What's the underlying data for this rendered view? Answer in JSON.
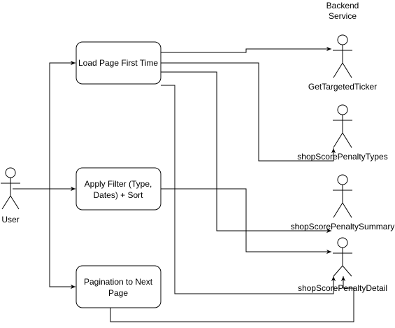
{
  "title": {
    "line1": "Backend",
    "line2": "Service"
  },
  "actors": {
    "user": "User",
    "get_targeted_ticker": "GetTargetedTicker",
    "penalty_types": "shopScorePenaltyTypes",
    "penalty_summary": "shopScorePenaltySummary",
    "penalty_detail": "shopScorePenaltyDetail"
  },
  "steps": {
    "load_page": {
      "line1": "Load Page First Time"
    },
    "apply_filter": {
      "line1": "Apply Filter (Type,",
      "line2": "Dates) + Sort"
    },
    "pagination": {
      "line1": "Pagination to Next",
      "line2": "Page"
    }
  }
}
